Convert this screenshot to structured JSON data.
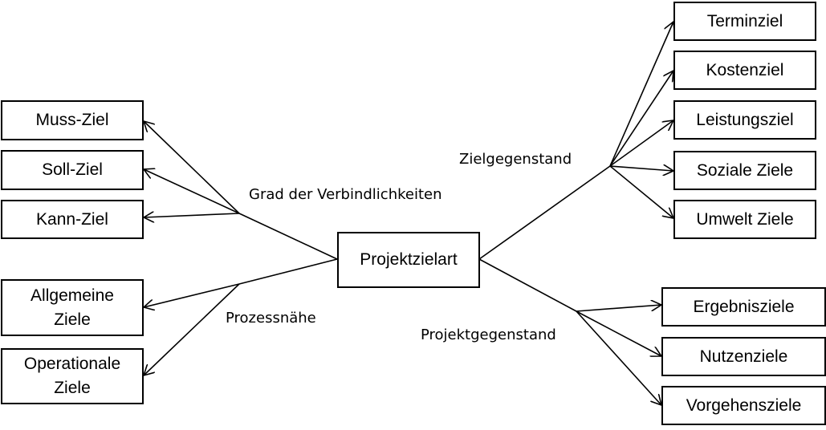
{
  "center": "Projektzielart",
  "branches": {
    "verbindlichkeit": {
      "label": "Grad der Verbindlichkeiten",
      "items": [
        "Muss-Ziel",
        "Soll-Ziel",
        "Kann-Ziel"
      ]
    },
    "prozessnaehe": {
      "label": "Prozessnähe",
      "items": [
        "Allgemeine Ziele",
        "Operationale Ziele"
      ]
    },
    "zielgegenstand": {
      "label": "Zielgegenstand",
      "items": [
        "Terminziel",
        "Kostenziel",
        "Leistungsziel",
        "Soziale Ziele",
        "Umwelt Ziele"
      ]
    },
    "projektgegenstand": {
      "label": "Projektgegenstand",
      "items": [
        "Ergebnisziele",
        "Nutzenziele",
        "Vorgehensziele"
      ]
    }
  }
}
